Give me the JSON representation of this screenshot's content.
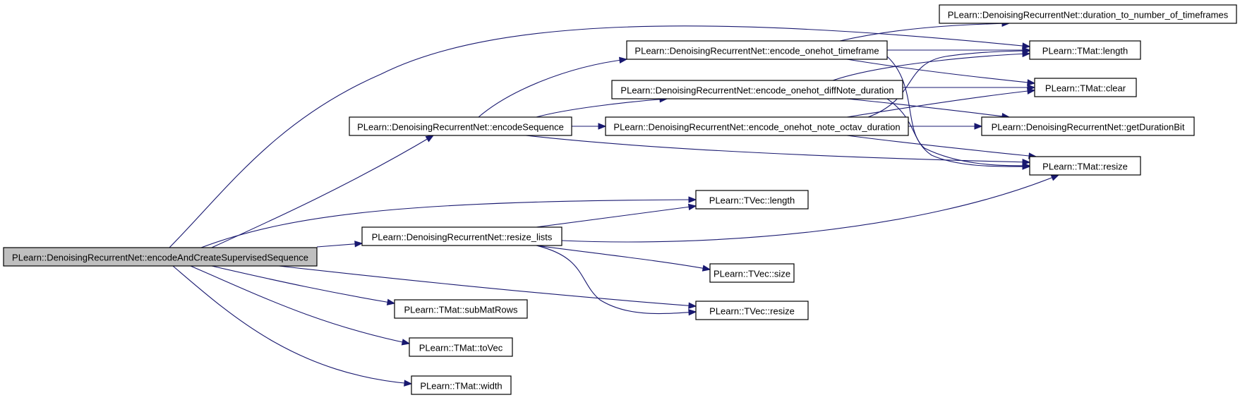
{
  "diagram": {
    "colors": {
      "edge": "#191970",
      "node_fill": "#ffffff",
      "root_fill": "#bfbfbf",
      "border": "#000000"
    },
    "nodes": [
      {
        "id": "root",
        "label": "PLearn::DenoisingRecurrentNet::encodeAndCreateSupervisedSequence",
        "highlighted": true
      },
      {
        "id": "encodeSequence",
        "label": "PLearn::DenoisingRecurrentNet::encodeSequence"
      },
      {
        "id": "resize_lists",
        "label": "PLearn::DenoisingRecurrentNet::resize_lists"
      },
      {
        "id": "subMatRows",
        "label": "PLearn::TMat::subMatRows"
      },
      {
        "id": "toVec",
        "label": "PLearn::TMat::toVec"
      },
      {
        "id": "width",
        "label": "PLearn::TMat::width"
      },
      {
        "id": "onehot_timeframe",
        "label": "PLearn::DenoisingRecurrentNet::encode_onehot_timeframe"
      },
      {
        "id": "onehot_diffNote",
        "label": "PLearn::DenoisingRecurrentNet::encode_onehot_diffNote_duration"
      },
      {
        "id": "onehot_note_octav",
        "label": "PLearn::DenoisingRecurrentNet::encode_onehot_note_octav_duration"
      },
      {
        "id": "tvec_length",
        "label": "PLearn::TVec::length"
      },
      {
        "id": "tvec_size",
        "label": "PLearn::TVec::size"
      },
      {
        "id": "tvec_resize",
        "label": "PLearn::TVec::resize"
      },
      {
        "id": "duration_to_nt",
        "label": "PLearn::DenoisingRecurrentNet::duration_to_number_of_timeframes"
      },
      {
        "id": "tmat_length",
        "label": "PLearn::TMat::length"
      },
      {
        "id": "tmat_clear",
        "label": "PLearn::TMat::clear"
      },
      {
        "id": "getDurationBit",
        "label": "PLearn::DenoisingRecurrentNet::getDurationBit"
      },
      {
        "id": "tmat_resize",
        "label": "PLearn::TMat::resize"
      }
    ],
    "edges": [
      {
        "from": "root",
        "to": "encodeSequence"
      },
      {
        "from": "root",
        "to": "tmat_length"
      },
      {
        "from": "root",
        "to": "tvec_length"
      },
      {
        "from": "root",
        "to": "resize_lists"
      },
      {
        "from": "root",
        "to": "tvec_resize"
      },
      {
        "from": "root",
        "to": "subMatRows"
      },
      {
        "from": "root",
        "to": "toVec"
      },
      {
        "from": "root",
        "to": "width"
      },
      {
        "from": "encodeSequence",
        "to": "onehot_timeframe"
      },
      {
        "from": "encodeSequence",
        "to": "onehot_diffNote"
      },
      {
        "from": "encodeSequence",
        "to": "onehot_note_octav"
      },
      {
        "from": "encodeSequence",
        "to": "tmat_resize"
      },
      {
        "from": "onehot_timeframe",
        "to": "duration_to_nt"
      },
      {
        "from": "onehot_timeframe",
        "to": "tmat_length"
      },
      {
        "from": "onehot_timeframe",
        "to": "tmat_clear"
      },
      {
        "from": "onehot_timeframe",
        "to": "tmat_resize"
      },
      {
        "from": "onehot_diffNote",
        "to": "tmat_length"
      },
      {
        "from": "onehot_diffNote",
        "to": "tmat_clear"
      },
      {
        "from": "onehot_diffNote",
        "to": "getDurationBit"
      },
      {
        "from": "onehot_diffNote",
        "to": "tmat_resize"
      },
      {
        "from": "onehot_note_octav",
        "to": "tmat_length"
      },
      {
        "from": "onehot_note_octav",
        "to": "tmat_clear"
      },
      {
        "from": "onehot_note_octav",
        "to": "getDurationBit"
      },
      {
        "from": "onehot_note_octav",
        "to": "tmat_resize"
      },
      {
        "from": "resize_lists",
        "to": "tvec_length"
      },
      {
        "from": "resize_lists",
        "to": "tmat_resize"
      },
      {
        "from": "resize_lists",
        "to": "tvec_size"
      },
      {
        "from": "resize_lists",
        "to": "tvec_resize"
      }
    ]
  }
}
